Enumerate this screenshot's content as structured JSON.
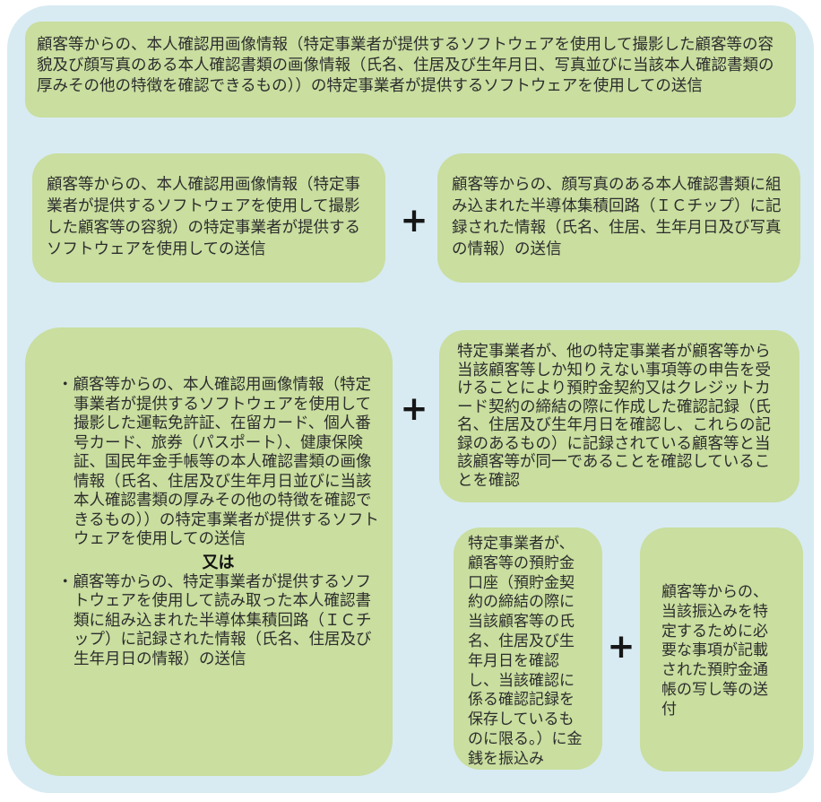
{
  "colors": {
    "page_bg": "#ffffff",
    "panel_bg": "#d8ebf2",
    "box_bg": "#c9de9f",
    "text": "#2d2d2d",
    "plus": "#161616"
  },
  "plus": "+",
  "diagram": {
    "top_box": {
      "text": "顧客等からの、本人確認用画像情報（特定事業者が提供するソフトウェアを使用して撮影した顧客等の容貌及び顔写真のある本人確認書類の画像情報（氏名、住居及び生年月日、写真並びに当該本人確認書類の厚みその他の特徴を確認できるもの））の特定事業者が提供するソフトウェアを使用しての送信"
    },
    "row2": {
      "left_box": {
        "text": "顧客等からの、本人確認用画像情報（特定事業者が提供するソフトウェアを使用して撮影した顧客等の容貌）の特定事業者が提供するソフトウェアを使用しての送信"
      },
      "right_box": {
        "text": "顧客等からの、顔写真のある本人確認書類に組み込まれた半導体集積回路（ＩＣチップ）に記録された情報（氏名、住居、生年月日及び写真の情報）の送信"
      }
    },
    "or_box": {
      "item1": "・顧客等からの、本人確認用画像情報（特定事業者が提供するソフトウェアを使用して撮影した運転免許証、在留カード、個人番号カード、旅券（パスポート）、健康保険証、国民年金手帳等の本人確認書類の画像情報（氏名、住居及び生年月日並びに当該本人確認書類の厚みその他の特徴を確認できるもの））の特定事業者が提供するソフトウェアを使用しての送信",
      "separator": "又は",
      "item2": "・顧客等からの、特定事業者が提供するソフトウェアを使用して読み取った本人確認書類に組み込まれた半導体集積回路（ＩＣチップ）に記録された情報（氏名、住居及び生年月日の情報）の送信"
    },
    "record_box": {
      "text": "特定事業者が、他の特定事業者が顧客等から当該顧客等しか知りえない事項等の申告を受けることにより預貯金契約又はクレジットカード契約の締結の際に作成した確認記録（氏名、住居及び生年月日を確認し、これらの記録のあるもの）に記録されている顧客等と当該顧客等が同一であることを確認していることを確認"
    },
    "deposit_box": {
      "text": "特定事業者が、顧客等の預貯金口座（預貯金契約の締結の際に当該顧客等の氏名、住居及び生年月日を確認し、当該確認に係る確認記録を保存しているものに限る。）に金銭を振込み"
    },
    "passbook_box": {
      "text": "顧客等からの、当該振込みを特定するために必要な事項が記載された預貯金通帳の写し等の送付"
    }
  }
}
